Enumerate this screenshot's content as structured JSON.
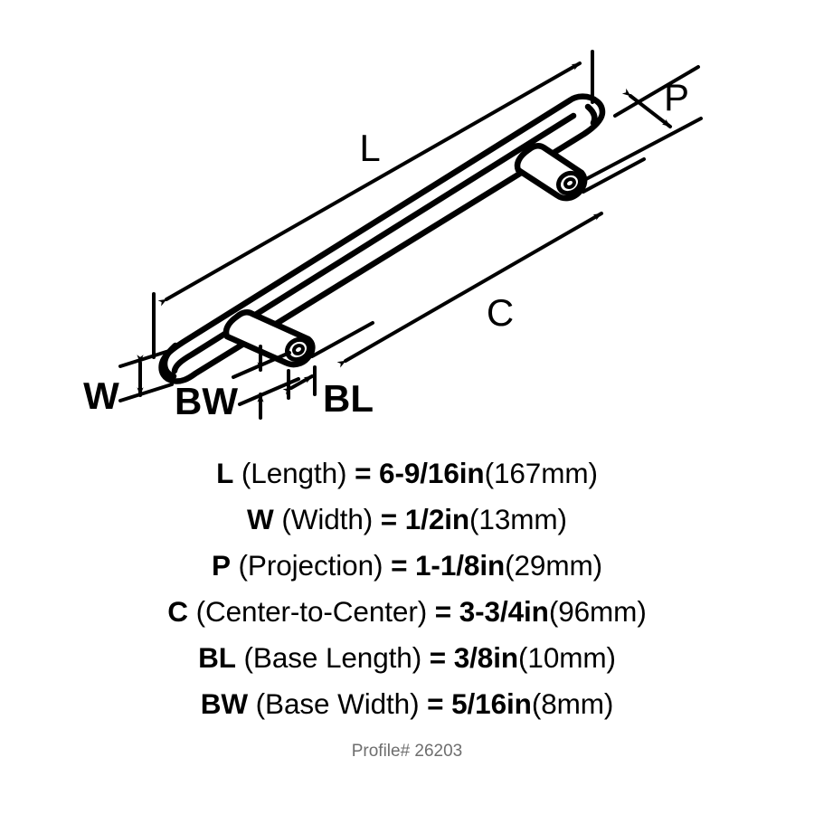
{
  "figure": {
    "title": "cabinet-bar-pull-handle-isometric-dimension-drawing",
    "labels": {
      "length": "L",
      "width": "W",
      "projection": "P",
      "center_to_center": "C",
      "base_length": "BL",
      "base_width": "BW"
    },
    "colors": {
      "line": "#000000",
      "background": "#ffffff",
      "caption": "#6e6e6e"
    }
  },
  "specs": [
    {
      "code": "L",
      "name": "(Length)",
      "equals": "=",
      "value": "6-9/16in",
      "metric": "(167mm)"
    },
    {
      "code": "W",
      "name": "(Width)",
      "equals": "=",
      "value": "1/2in",
      "metric": "(13mm)"
    },
    {
      "code": "P",
      "name": "(Projection)",
      "equals": "=",
      "value": "1-1/8in",
      "metric": "(29mm)"
    },
    {
      "code": "C",
      "name": "(Center-to-Center)",
      "equals": "=",
      "value": "3-3/4in",
      "metric": "(96mm)"
    },
    {
      "code": "BL",
      "name": "(Base Length)",
      "equals": "=",
      "value": "3/8in",
      "metric": "(10mm)"
    },
    {
      "code": "BW",
      "name": "(Base Width)",
      "equals": "=",
      "value": "5/16in",
      "metric": "(8mm)"
    }
  ],
  "profile": {
    "text": "Profile# 26203"
  }
}
